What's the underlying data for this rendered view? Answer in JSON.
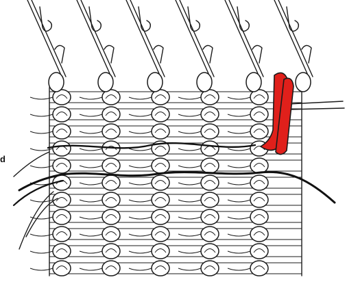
{
  "diagram": {
    "edge_label": "d",
    "colors": {
      "ink": "#1a1a1a",
      "background": "#ffffff",
      "highlight": "#e0201b",
      "yarn": "#111111"
    },
    "hooks": {
      "count": 6
    },
    "stitch_columns": 5,
    "stitch_rows": 11,
    "highlighted_stitch": "rightmost-top"
  }
}
